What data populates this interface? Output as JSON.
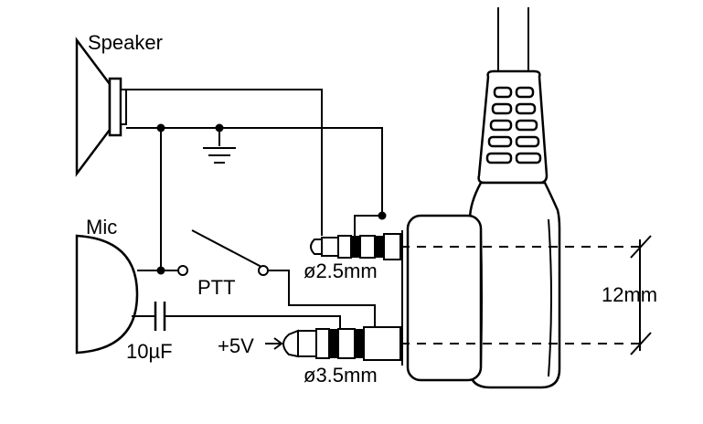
{
  "labels": {
    "speaker": "Speaker",
    "mic": "Mic",
    "ptt": "PTT",
    "capacitor": "10µF",
    "supply": "+5V",
    "jack_small": "ø2.5mm",
    "jack_large": "ø3.5mm",
    "spacing": "12mm"
  }
}
